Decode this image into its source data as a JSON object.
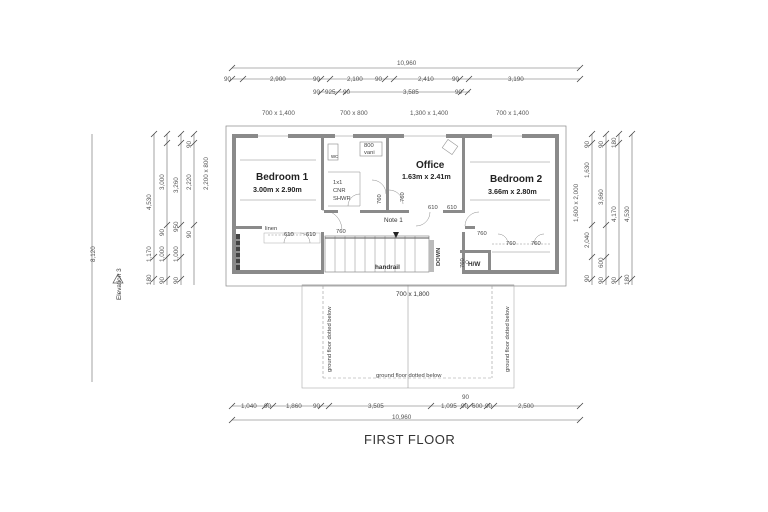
{
  "title": "FIRST FLOOR",
  "elevation_label": "Elevation 3",
  "top_dims": {
    "overall": "10,960",
    "row2": [
      "90",
      "2,900",
      "90",
      "2,100",
      "90",
      "2,410",
      "90",
      "3,190"
    ],
    "row3": [
      "90",
      "925",
      "90",
      "3,585",
      "90"
    ],
    "windows": [
      "700 x 1,400",
      "700 x 800",
      "1,300 x 1,400",
      "700 x 1,400"
    ]
  },
  "bottom_dims": {
    "row1": [
      "1,040",
      "90",
      "1,860",
      "90",
      "3,505",
      "1,095",
      "90",
      "600",
      "90",
      "2,500"
    ],
    "mid": "90",
    "overall": "10,960"
  },
  "left_dims": {
    "outer": "8,120",
    "col2": [
      "4,530",
      "1,170",
      "180"
    ],
    "col3": [
      "3,000",
      "90",
      "1,000",
      "90"
    ],
    "col4": [
      "3,260",
      "950",
      "1,000",
      "90"
    ],
    "col5": [
      "2,220",
      "90",
      "90"
    ],
    "window": "2,200 x 800"
  },
  "right_dims": {
    "window": "1,600 x 2,000",
    "col2": [
      "1,630",
      "2,040",
      "90"
    ],
    "col3": [
      "3,660",
      "600",
      "90"
    ],
    "col4": [
      "4,170",
      "90"
    ],
    "col5": [
      "4,530",
      "180"
    ],
    "top_marks": [
      "90",
      "90",
      "180"
    ]
  },
  "rooms": {
    "bedroom1": {
      "name": "Bedroom 1",
      "size": "3.00m x 2.90m"
    },
    "office": {
      "name": "Office",
      "size": "1.63m x 2.41m"
    },
    "bedroom2": {
      "name": "Bedroom 2",
      "size": "3.66m x 2.80m"
    }
  },
  "labels": {
    "wc": "wc",
    "vanity": [
      "800",
      "vani"
    ],
    "shower": [
      "1x1",
      "CNR",
      "SHWR"
    ],
    "linen": "linen",
    "note": "Note 1",
    "handrail": "handrail",
    "down": "DOWN",
    "hw": "H/W",
    "void_window": "700 x 1,800",
    "dotted_left": "ground floor dotted below",
    "dotted_right": "ground floor dotted below",
    "dotted_bottom": "ground floor dotted below"
  },
  "door_widths": [
    "610",
    "610",
    "760",
    "760",
    "610",
    "610",
    "760",
    "760",
    "760",
    "760",
    "760"
  ]
}
